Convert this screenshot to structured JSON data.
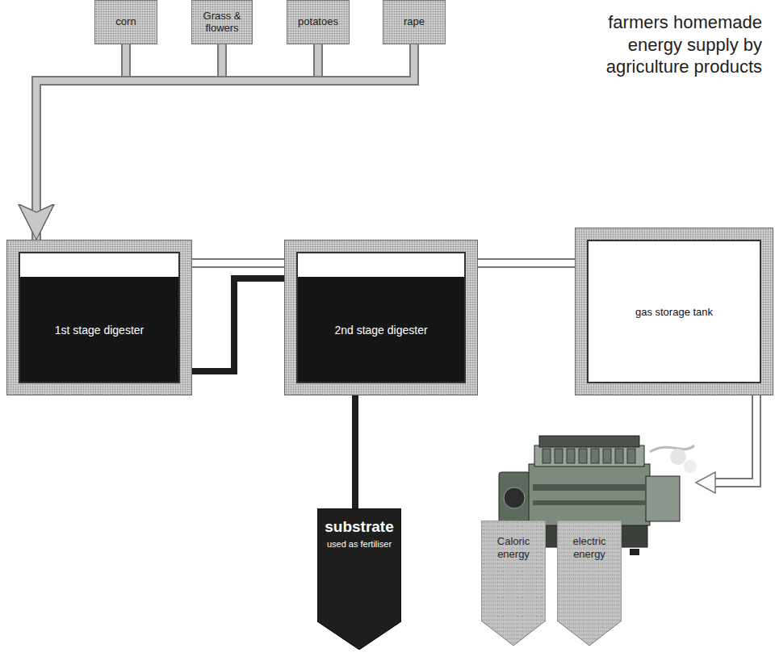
{
  "diagram": {
    "title": "farmers homemade energy supply by agriculture products",
    "nodes": [
      {
        "text": [
          "corn"
        ]
      },
      {
        "text": [
          "Grass & flowers"
        ]
      },
      {
        "text": [
          "potatoes"
        ]
      },
      {
        "text": [
          "rape"
        ]
      },
      {
        "text": [
          "1st stage digester"
        ]
      },
      {
        "text": [
          "2nd stage digester"
        ]
      },
      {
        "text": [
          "gas storage tank"
        ]
      },
      {
        "text": [
          "substrate",
          "used as fertiliser"
        ]
      },
      {
        "text": [
          "Caloric energy"
        ]
      },
      {
        "text": [
          "electric energy"
        ]
      }
    ],
    "edges": [
      {
        "from": 0,
        "to": 4,
        "arrow": "to"
      },
      {
        "from": 1,
        "to": 4,
        "arrow": "to"
      },
      {
        "from": 2,
        "to": 4,
        "arrow": "to"
      },
      {
        "from": 3,
        "to": 4,
        "arrow": "to"
      },
      {
        "from": 4,
        "to": 5,
        "arrow": "none"
      },
      {
        "from": 5,
        "to": 6,
        "arrow": "none"
      },
      {
        "from": 4,
        "to": 5,
        "arrow": "none"
      },
      {
        "from": 5,
        "to": 7,
        "arrow": "none"
      }
    ]
  }
}
